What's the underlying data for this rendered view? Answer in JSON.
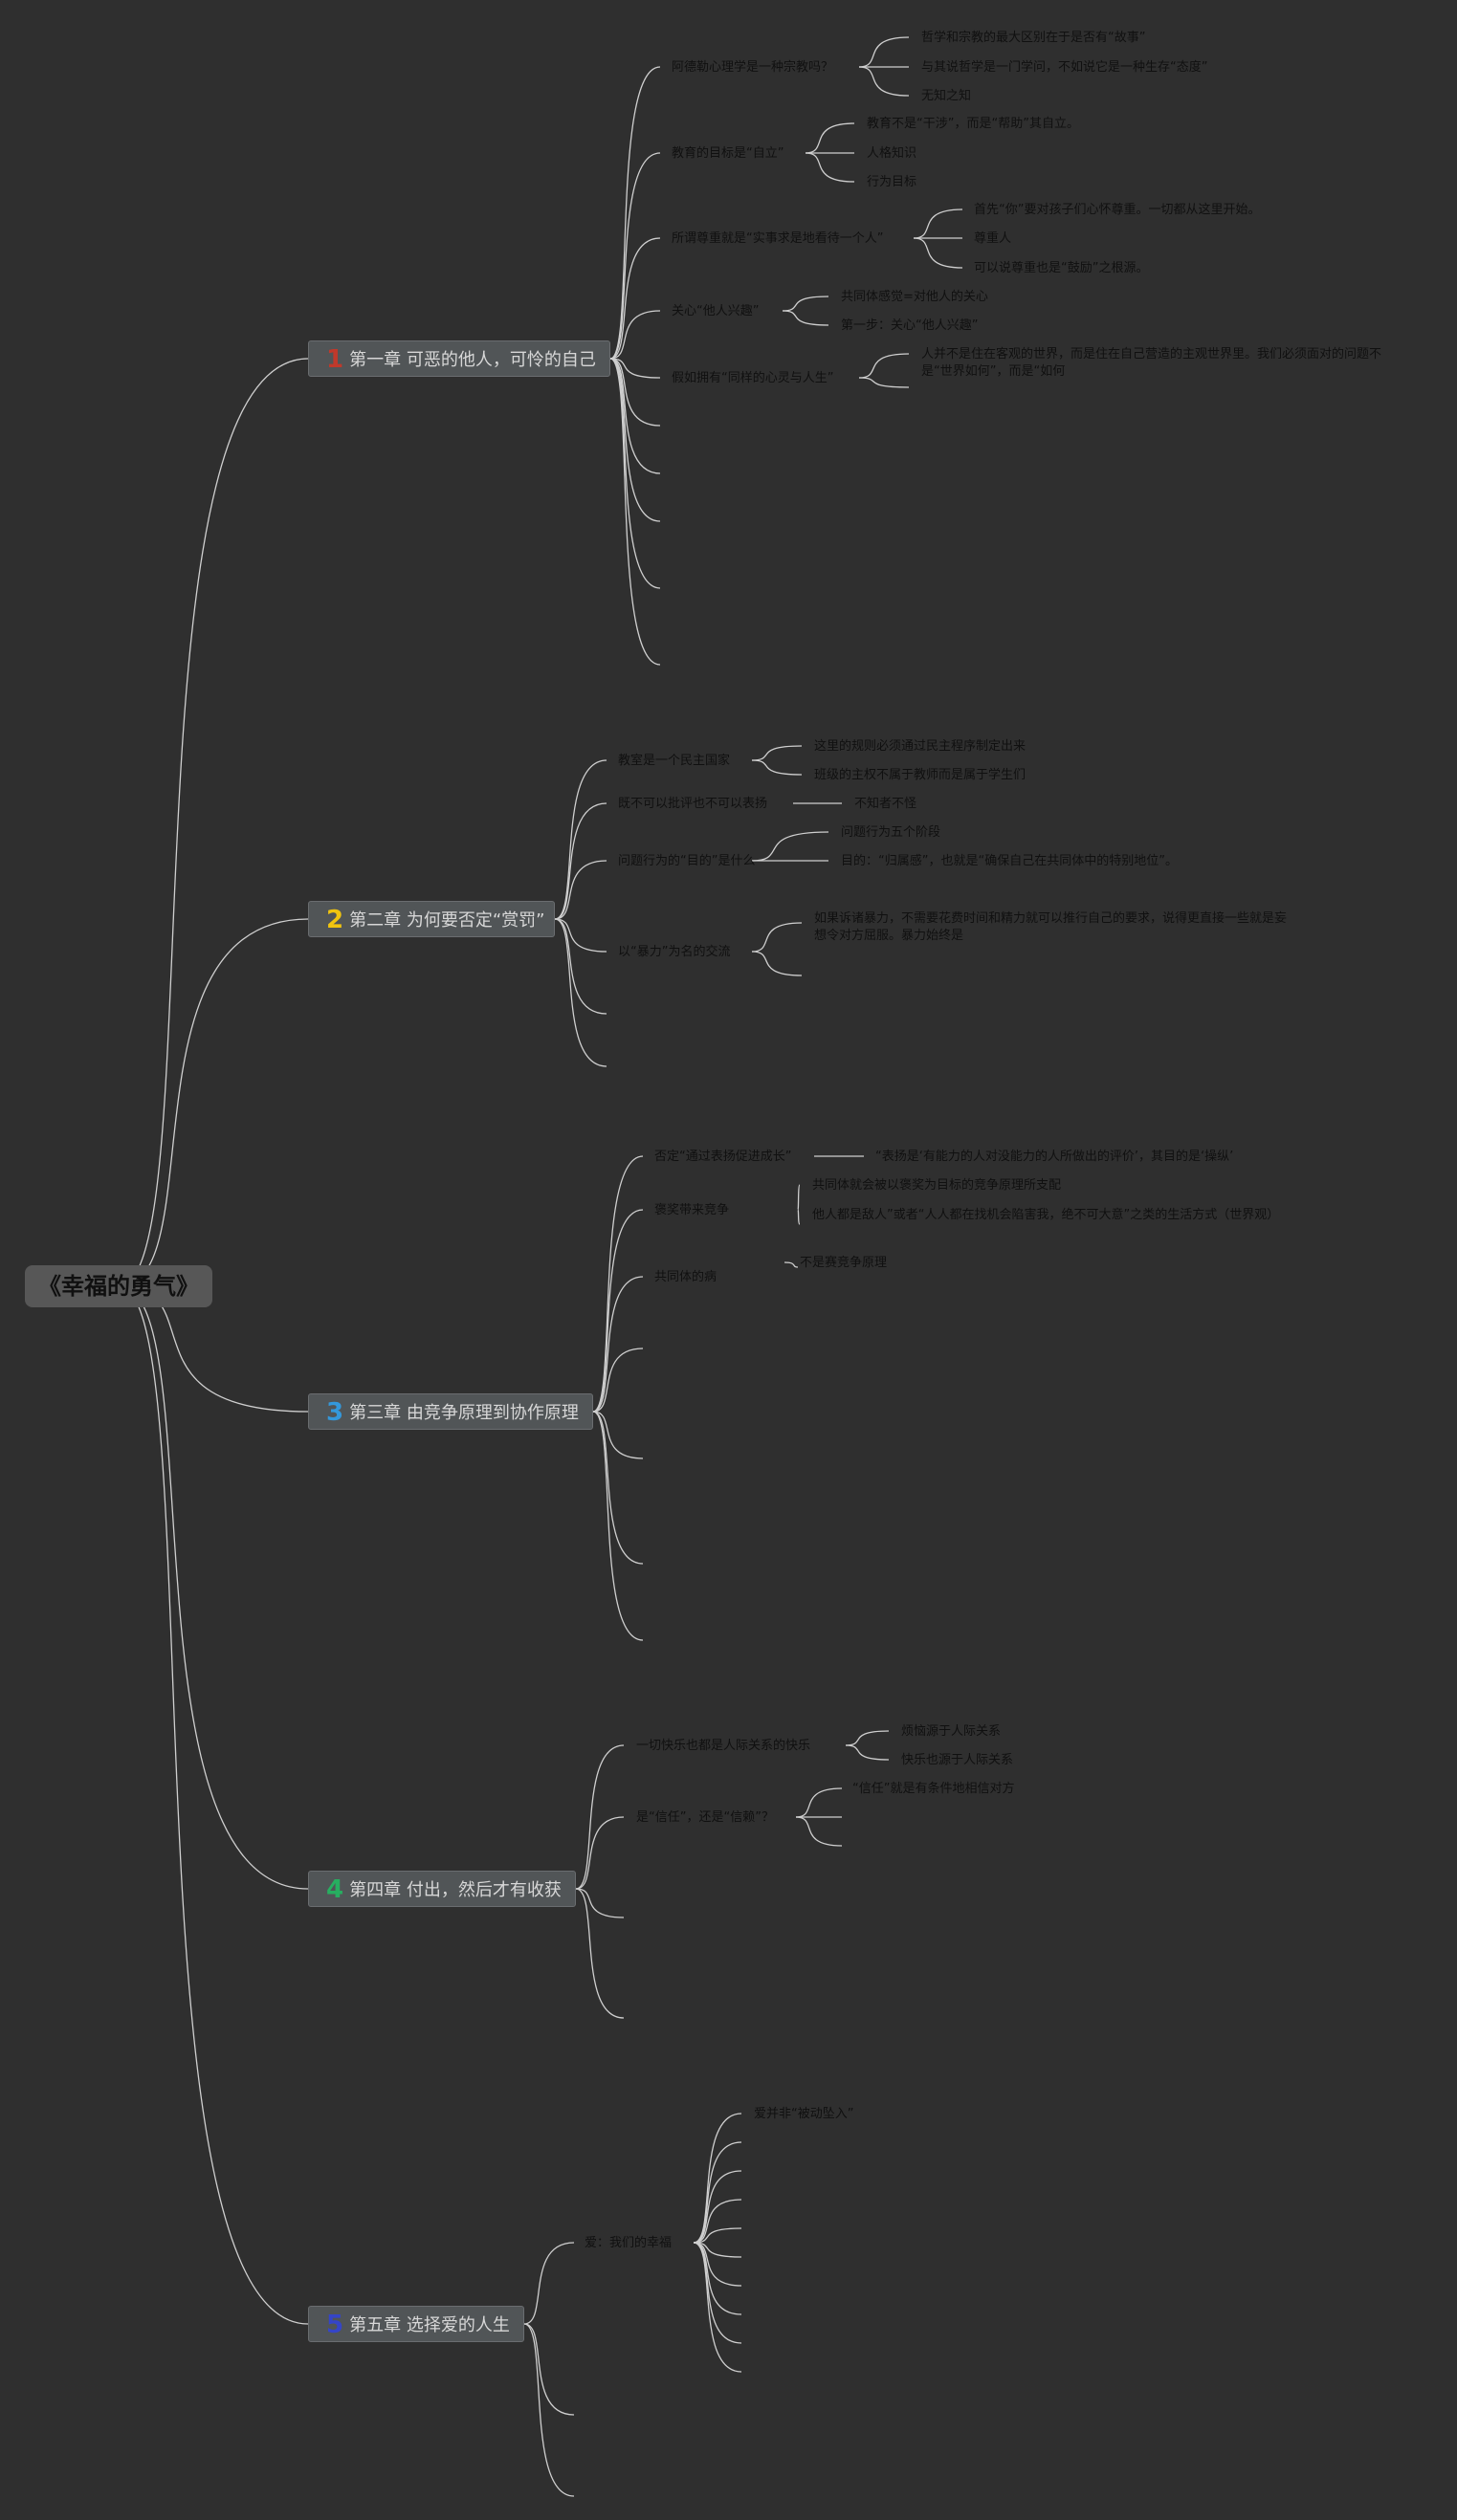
{
  "root": {
    "title": "《幸福的勇气》"
  },
  "chapters": [
    {
      "num": "1",
      "num_color": "#c0392b",
      "title": "第一章 可恶的他人，可怜的自己",
      "topics": [
        {
          "label": "阿德勒心理学是一种宗教吗？",
          "items": [
            "哲学和宗教的最大区别在于是否有“故事”",
            "与其说哲学是一门学问，不如说它是一种生存“态度”",
            "无知之知"
          ]
        },
        {
          "label": "教育的目标是“自立”",
          "items": [
            "教育不是“干涉”，而是“帮助”其自立。",
            "人格知识",
            "行为目标"
          ]
        },
        {
          "label": "所谓尊重就是“实事求是地看待一个人”",
          "items": [
            "首先“你”要对孩子们心怀尊重。一切都从这里开始。",
            "尊重人",
            "可以说尊重也是“鼓励”之根源。"
          ]
        },
        {
          "label": "关心“他人兴趣”",
          "items": [
            "共同体感觉=对他人的关心",
            "第一步：关心“他人兴趣”"
          ]
        },
        {
          "label": "假如拥有“同样的心灵与人生”",
          "items": [
            "人并不是住在客观的世界，而是住在自己营造的主观世界里。我们必须面对的问题不是“世界如何”，而是“如何"
          ]
        }
      ]
    },
    {
      "num": "2",
      "num_color": "#f1c40f",
      "title": "第二章 为何要否定“赏罚”",
      "topics": [
        {
          "label": "教室是一个民主国家",
          "items": [
            "这里的规则必须通过民主程序制定出来",
            "班级的主权不属于教师而是属于学生们"
          ]
        },
        {
          "label": "既不可以批评也不可以表扬",
          "items": [
            "不知者不怪"
          ]
        },
        {
          "label": "问题行为的“目的”是什么",
          "items": [
            "问题行为五个阶段",
            "目的：“归属感”，也就是“确保自己在共同体中的特别地位”。"
          ]
        },
        {
          "label": "以“暴力”为名的交流",
          "items": [
            "如果诉诸暴力，不需要花费时间和精力就可以推行自己的要求，说得更直接一些就是妄想令对方屈服。暴力始终是"
          ]
        }
      ]
    },
    {
      "num": "3",
      "num_color": "#3498db",
      "title": "第三章 由竞争原理到协作原理",
      "topics": [
        {
          "label": "否定“通过表扬促进成长”",
          "items": [
            "“表扬是‘有能力的人对没能力的人所做出的评价’，其目的是‘操纵’"
          ]
        },
        {
          "label": "褒奖带来竞争",
          "items": [
            "共同体就会被以褒奖为目标的竞争原理所支配",
            "他人都是敌人”或者“人人都在找机会陷害我，绝不可大意”之类的生活方式（世界观）"
          ]
        },
        {
          "label": "共同体的病",
          "items": [
            "不是赛竞争原理"
          ]
        }
      ]
    },
    {
      "num": "4",
      "num_color": "#27ae60",
      "title": "第四章 付出，然后才有收获",
      "topics": [
        {
          "label": "一切快乐也都是人际关系的快乐",
          "items": [
            "烦恼源于人际关系",
            "快乐也源于人际关系"
          ]
        },
        {
          "label": "是“信任”，还是“信赖”？",
          "items": [
            "“信任”就是有条件地相信对方"
          ]
        }
      ]
    },
    {
      "num": "5",
      "num_color": "#3545c8",
      "title": "第五章 选择爱的人生",
      "topics": [
        {
          "label": "爱：我们的幸福",
          "items": [
            "爱并非“被动坠入”"
          ]
        }
      ]
    }
  ]
}
